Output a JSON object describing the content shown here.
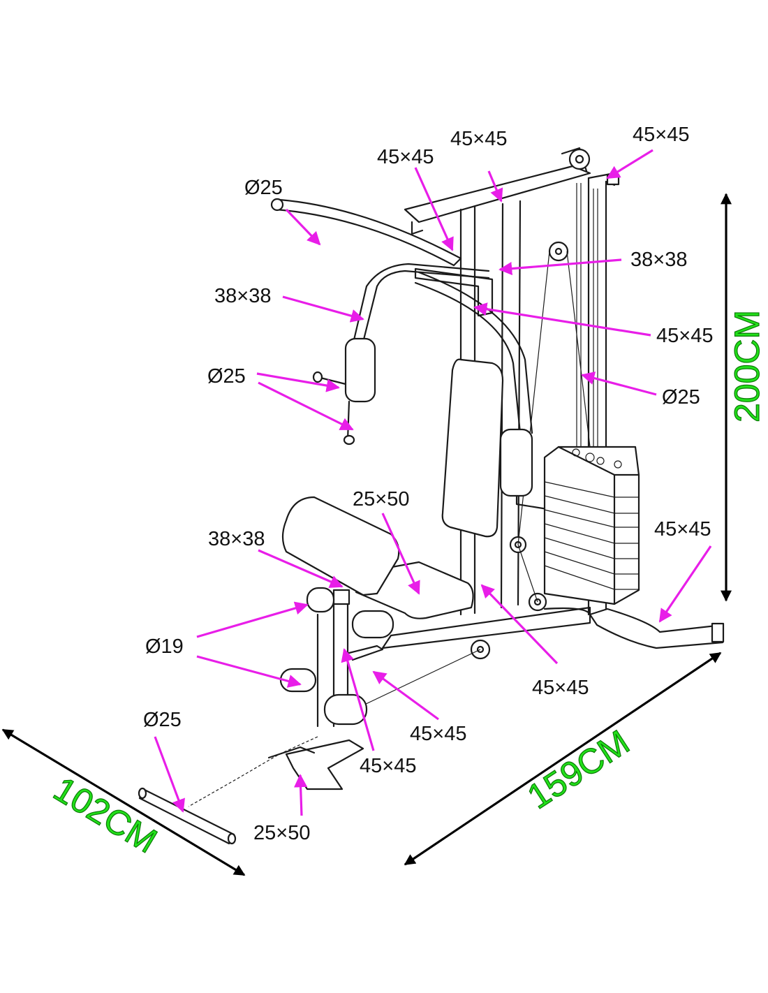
{
  "diagram": {
    "labels": {
      "l_top_mid": "45×45",
      "l_top_left": "45×45",
      "l_top_right": "45×45",
      "l_bar": "Ø25",
      "l_3838_right": "38×38",
      "l_3838_left": "38×38",
      "l_4545_right": "45×45",
      "l_handle": "Ø25",
      "l_rod": "Ø25",
      "l_seat_pad": "25×50",
      "l_3838_seat": "38×38",
      "l_base_right": "45×45",
      "l_roller": "Ø19",
      "l_frame_bottom": "45×45",
      "l_frame_mid": "45×45",
      "l_leg_lower": "45×45",
      "l_ankle_bar": "Ø25",
      "l_foot": "25×50"
    },
    "dimensions": {
      "height": "200CM",
      "length": "159CM",
      "width": "102CM"
    },
    "colors": {
      "arrow": "#e81ee8",
      "dimension_text": "#22e01a",
      "line": "#1a1a1a"
    }
  }
}
